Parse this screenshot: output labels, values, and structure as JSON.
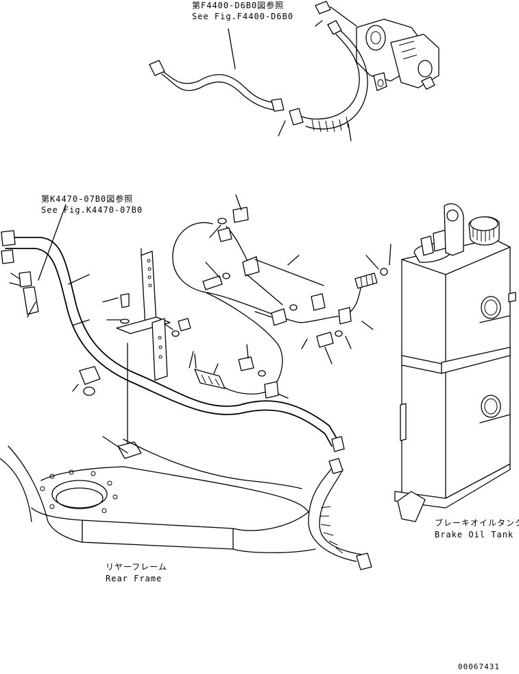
{
  "ref_f4400": {
    "jp": "第F4400-D6B0図参照",
    "en": "See Fig.F4400-D6B0"
  },
  "ref_k4470": {
    "jp": "第K4470-07B0図参照",
    "en": "See Fig.K4470-07B0"
  },
  "brake_tank": {
    "jp": "ブレーキオイルタンク",
    "en": "Brake Oil Tank"
  },
  "rear_frame": {
    "jp": "リヤーフレーム",
    "en": "Rear Frame"
  },
  "drawing_number": "00067431",
  "colors": {
    "line": "#000000",
    "background": "#ffffff"
  }
}
